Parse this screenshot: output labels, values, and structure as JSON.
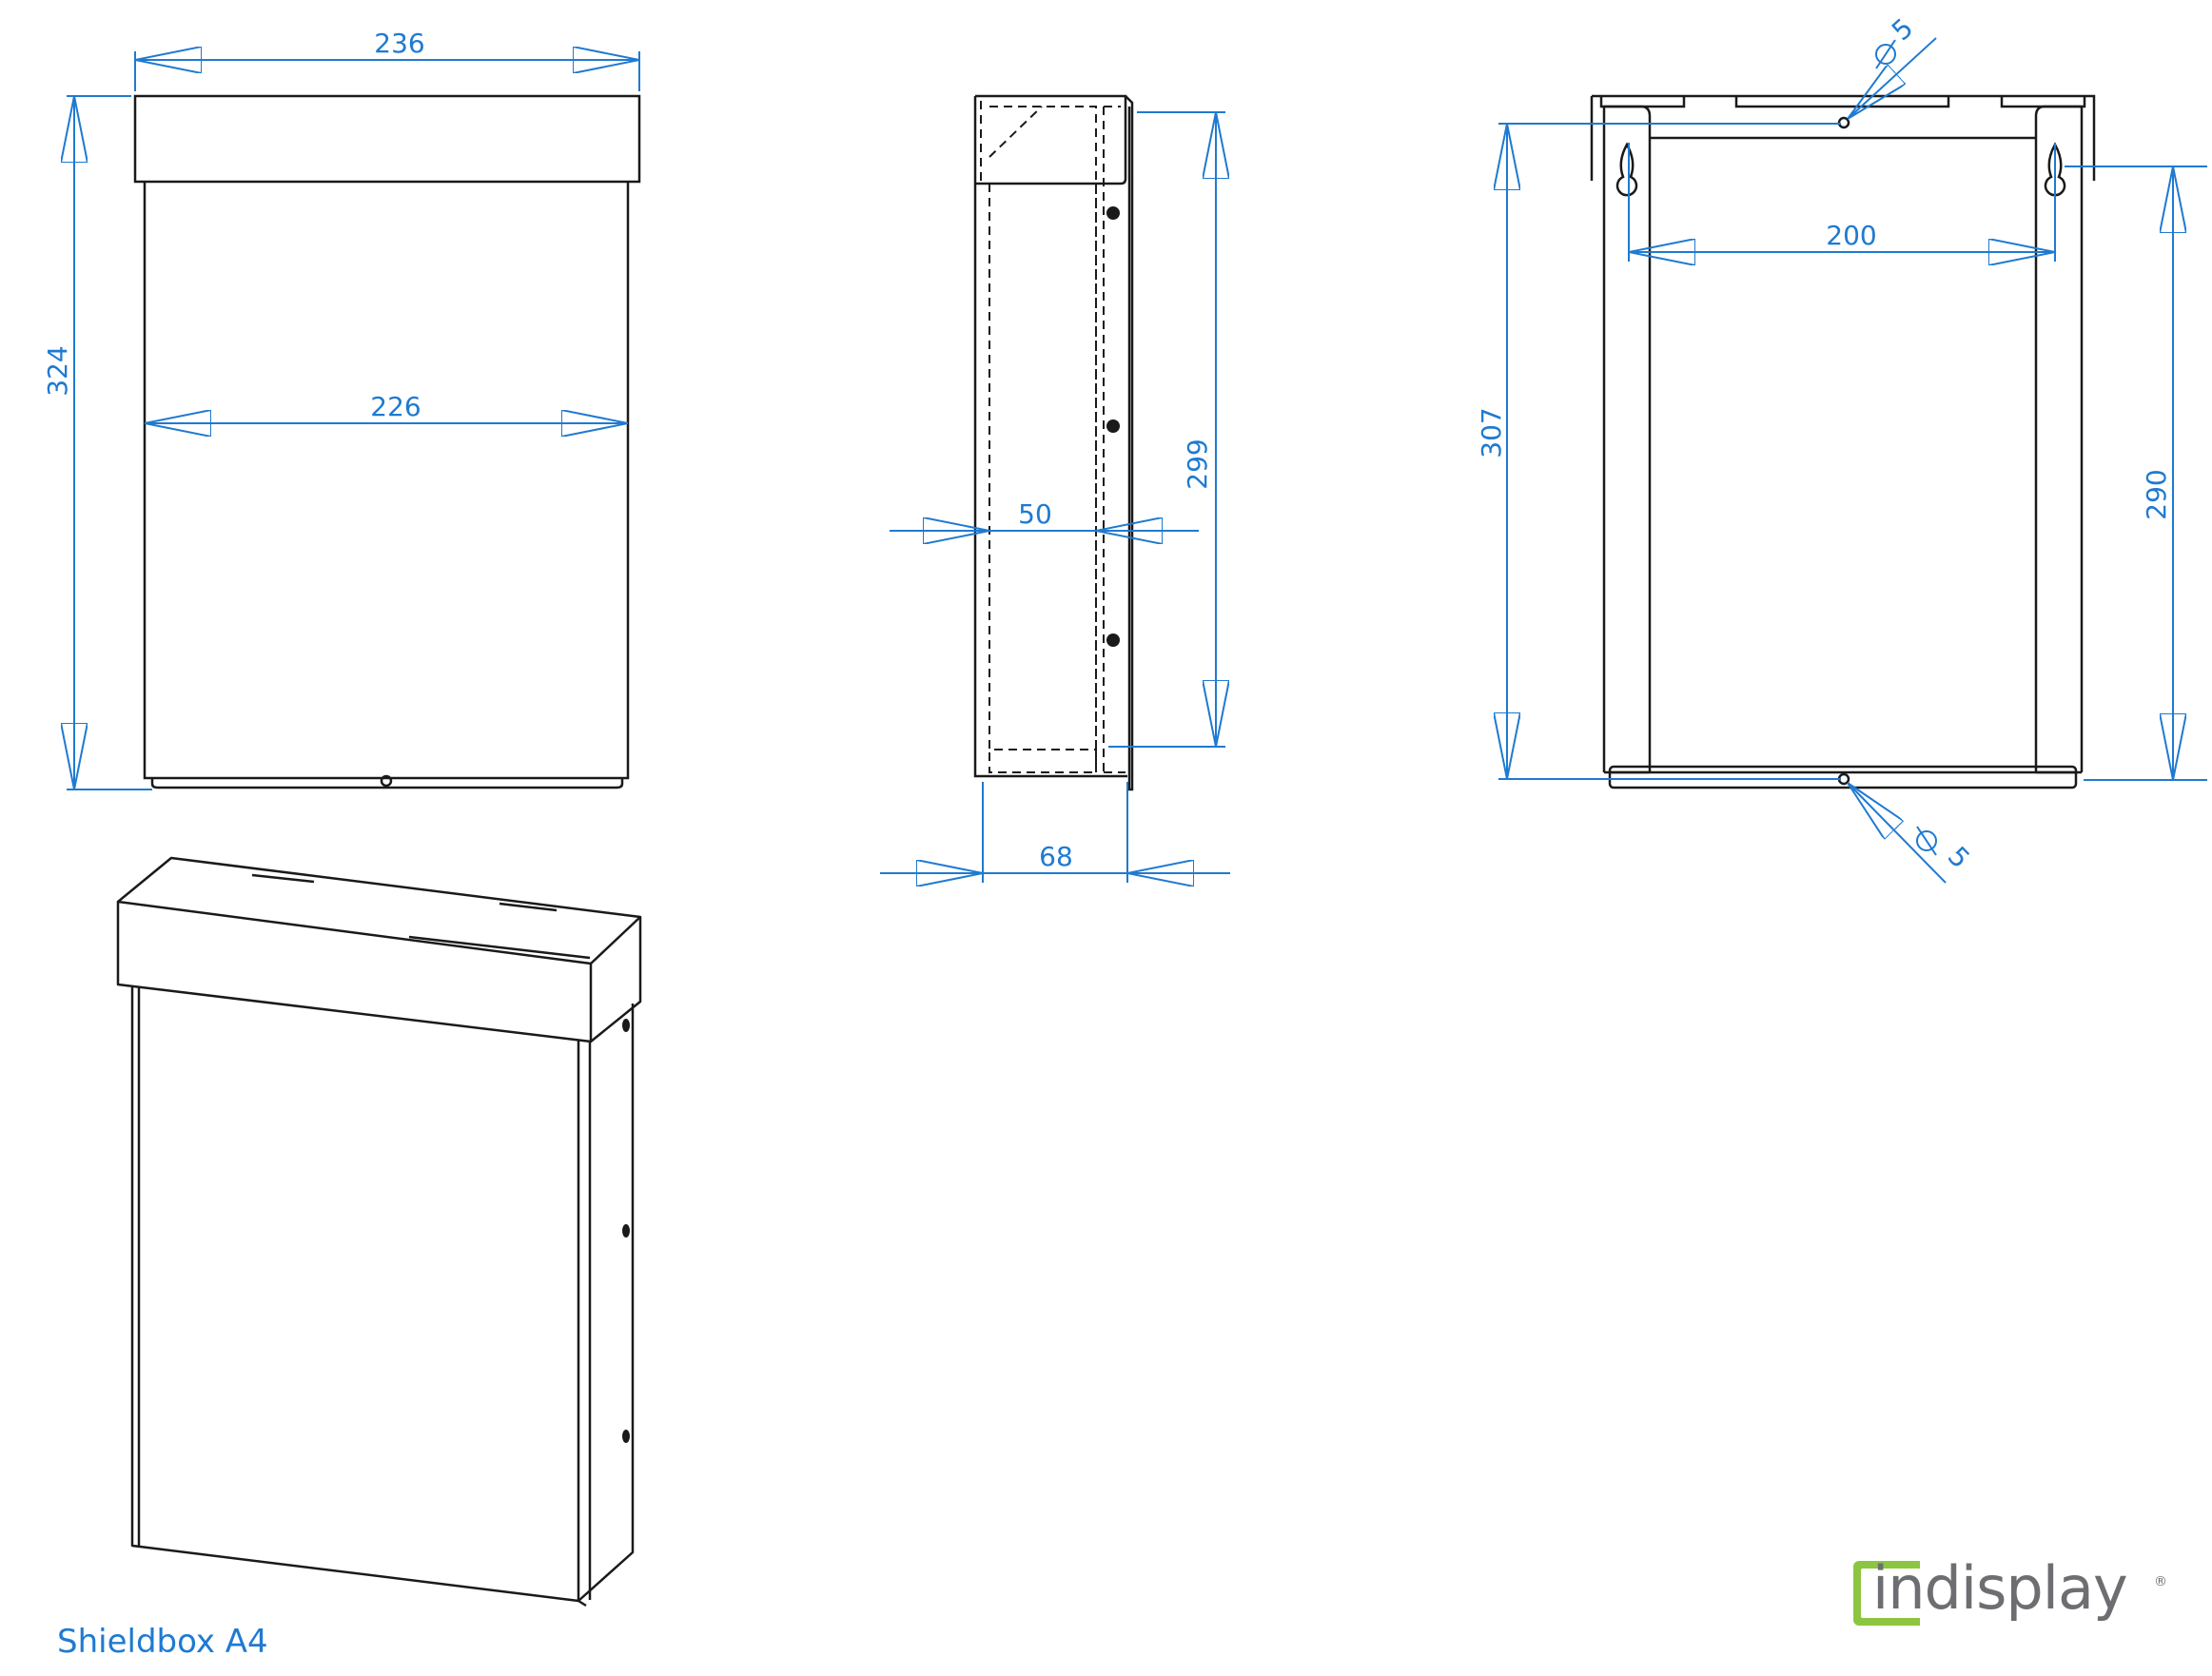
{
  "title": "Shieldbox A4",
  "brand": {
    "name": "indisplay",
    "registered_mark": "®",
    "colors": {
      "mark": "#8cc63f",
      "text": "#6d6e71"
    }
  },
  "colors": {
    "dimension": "#1f7ad1",
    "outline": "#1a1a1a"
  },
  "dimensions": {
    "front_width_top": "236",
    "front_height": "324",
    "front_width_body": "226",
    "side_depth_inner": "50",
    "side_height": "299",
    "side_depth_total": "68",
    "back_hole_top": "5",
    "back_hole_bottom": "5",
    "back_keyhole_spacing": "200",
    "back_height_left": "307",
    "back_height_right": "290"
  }
}
